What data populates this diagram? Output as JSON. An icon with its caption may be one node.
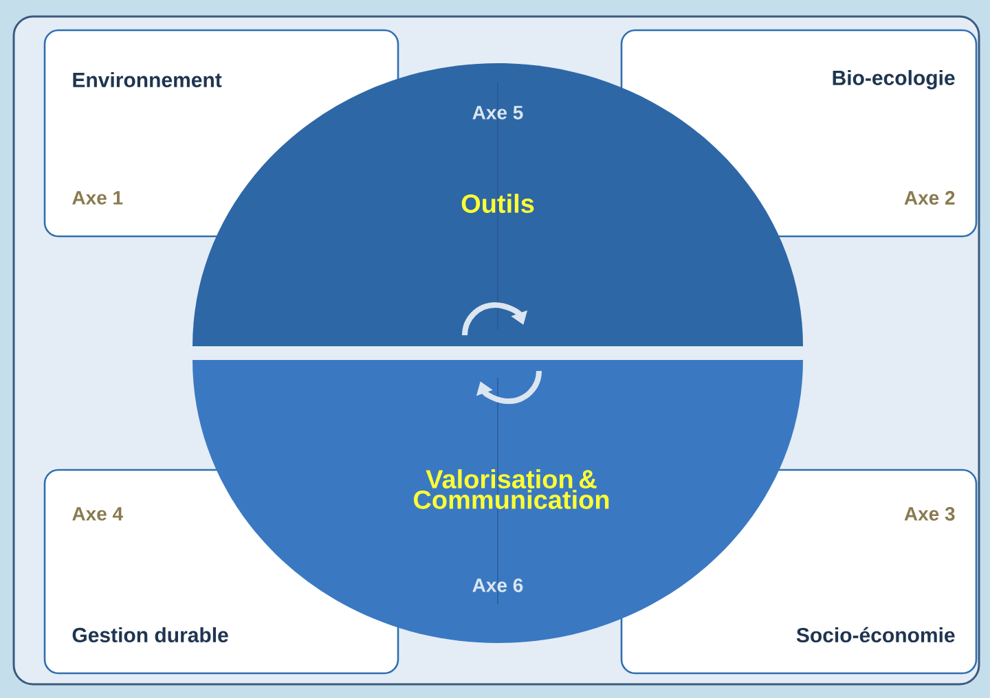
{
  "diagram": {
    "nodes": [
      {
        "text": [
          "Environnement",
          "Axe 1"
        ]
      },
      {
        "text": [
          "Bio-ecologie",
          "Axe 2"
        ]
      },
      {
        "text": [
          "Axe 5",
          "Outils"
        ]
      },
      {
        "text": [
          "Valorisation & Communication",
          "Axe 6"
        ]
      },
      {
        "text": [
          "Axe 4",
          "Gestion durable"
        ]
      },
      {
        "text": [
          "Axe 3",
          "Socio-économie"
        ]
      }
    ]
  }
}
